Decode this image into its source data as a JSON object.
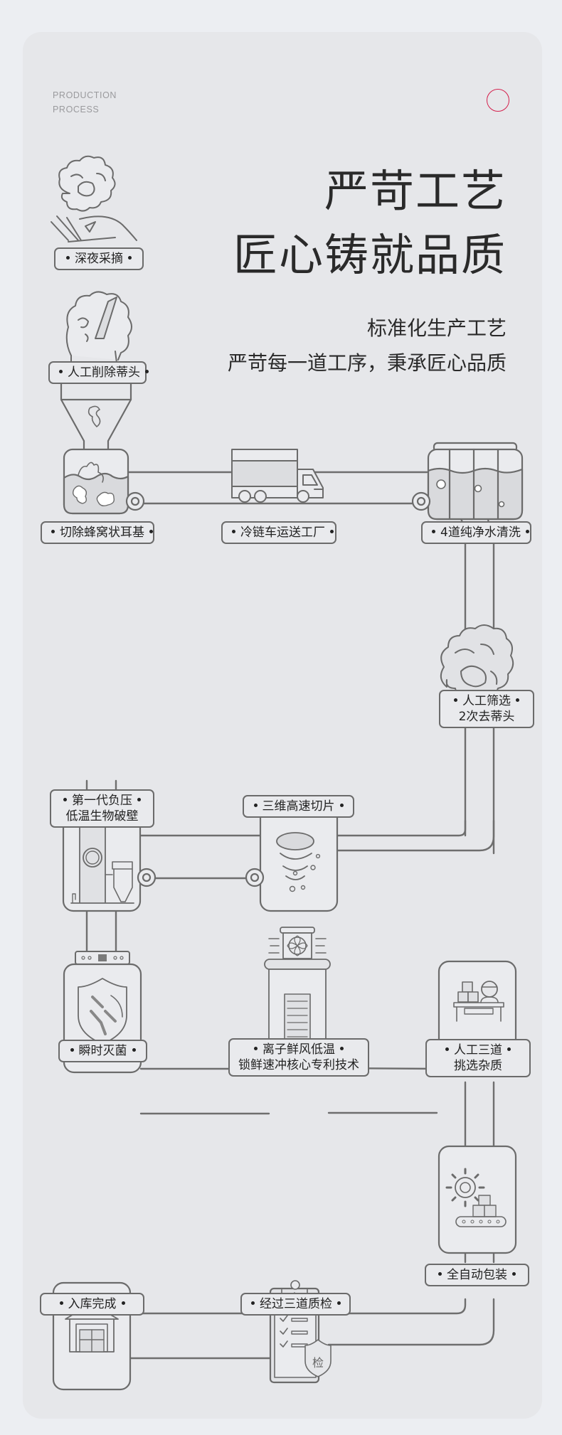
{
  "header": {
    "eyebrow": [
      "PRODUCTION",
      "PROCESS"
    ],
    "accent_color": "#d41e4b",
    "title_line1": "严苛工艺",
    "title_line2": "匠心铸就品质",
    "subtitle_line1": "标准化生产工艺",
    "subtitle_line2": "严苛每一道工序，秉承匠心品质"
  },
  "steps": [
    {
      "id": 1,
      "icon": "tremella-picking-hand-icon",
      "lines": [
        "深夜采摘"
      ]
    },
    {
      "id": 2,
      "icon": "tremella-knife-trim-icon",
      "lines": [
        "人工削除蒂头"
      ]
    },
    {
      "id": 3,
      "icon": "funnel-tank-icon",
      "lines": [
        "切除蜂窝状耳基"
      ]
    },
    {
      "id": 4,
      "icon": "cold-chain-truck-icon",
      "lines": [
        "冷链车运送工厂"
      ]
    },
    {
      "id": 5,
      "icon": "water-wash-tank-icon",
      "lines": [
        "4道纯净水清洗"
      ]
    },
    {
      "id": 6,
      "icon": "tremella-icon",
      "lines": [
        "人工筛选",
        "2次去蒂头"
      ]
    },
    {
      "id": 7,
      "icon": "slicing-vortex-icon",
      "lines": [
        "三维高速切片"
      ]
    },
    {
      "id": 8,
      "icon": "pressure-machine-icon",
      "lines": [
        "第一代负压",
        "低温生物破壁"
      ]
    },
    {
      "id": 9,
      "icon": "sterilize-shield-icon",
      "lines": [
        "瞬时灭菌"
      ]
    },
    {
      "id": 10,
      "icon": "ion-fresh-air-freezer-icon",
      "lines": [
        "离子鲜风低温",
        "锁鲜速冲核心专利技术"
      ]
    },
    {
      "id": 11,
      "icon": "manual-sorting-worker-icon",
      "lines": [
        "人工三道",
        "挑选杂质"
      ]
    },
    {
      "id": 12,
      "icon": "auto-packaging-gear-icon",
      "lines": [
        "全自动包装"
      ]
    },
    {
      "id": 13,
      "icon": "quality-check-clipboard-icon",
      "lines": [
        "经过三道质检"
      ],
      "badge": "检"
    },
    {
      "id": 14,
      "icon": "warehouse-icon",
      "lines": [
        "入库完成"
      ]
    }
  ]
}
